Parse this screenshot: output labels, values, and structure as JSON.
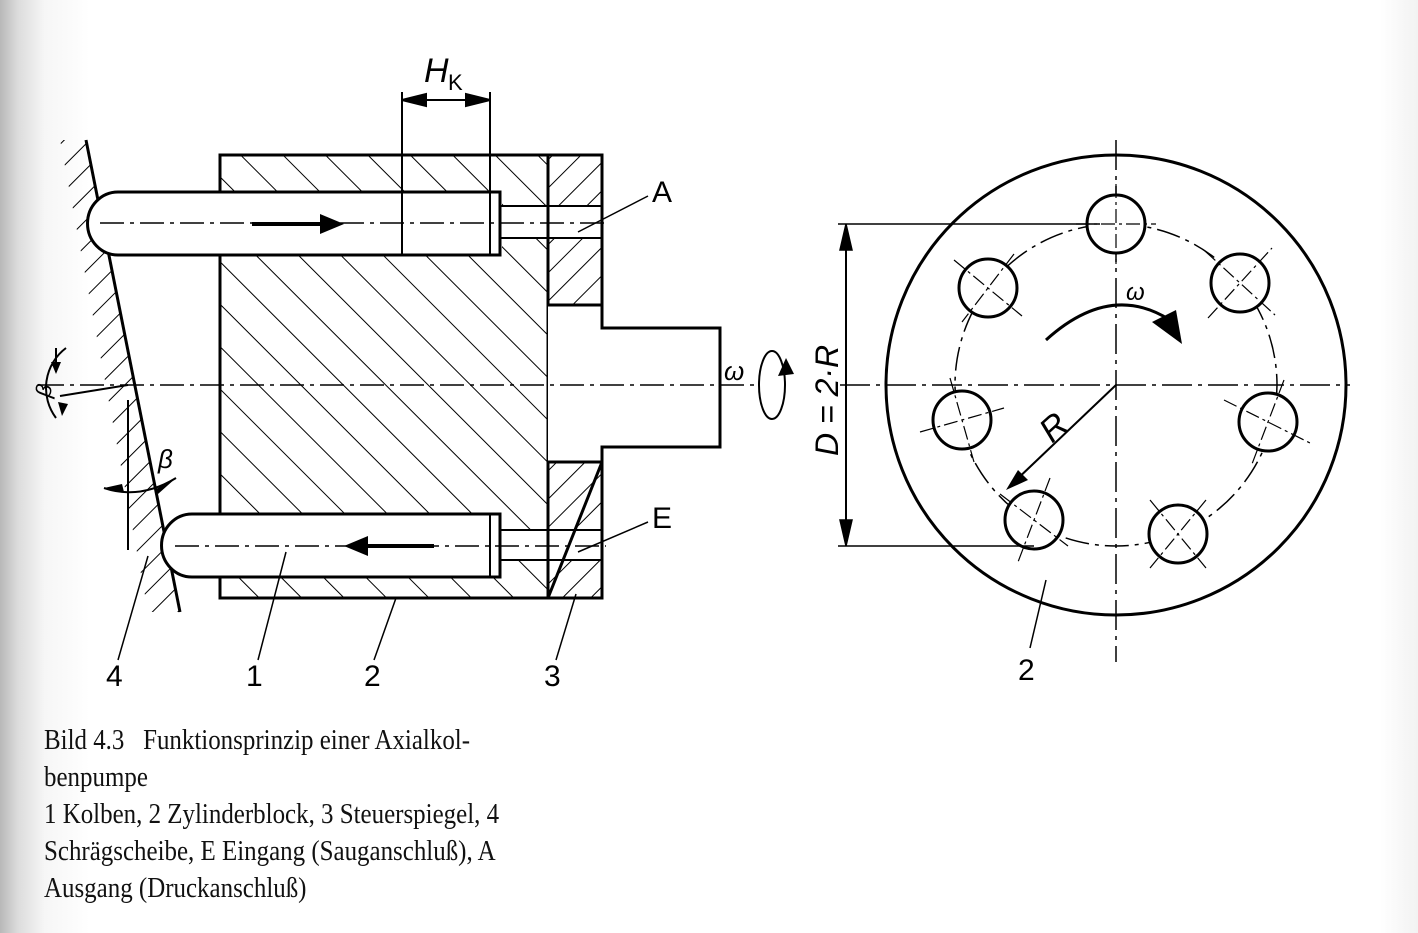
{
  "labels": {
    "hk_main": "H",
    "hk_sub": "K",
    "outlet": "A",
    "inlet": "E",
    "omega_shaft": "ω",
    "omega_disc": "ω",
    "beta_top": "β",
    "beta_bottom": "β",
    "radius": "R",
    "diameter": "D = 2·R",
    "part_4": "4",
    "part_1": "1",
    "part_2": "2",
    "part_3": "3",
    "part_2_disc": "2"
  },
  "caption": {
    "line1": "Bild 4.3   Funktionsprinzip einer Axialkol-",
    "line2": "benpumpe",
    "line3": "1 Kolben, 2 Zylinderblock, 3 Steuerspiegel, 4",
    "line4": "Schrägscheibe, E Eingang (Sauganschluß), A",
    "line5": "Ausgang (Druckanschluß)"
  },
  "colors": {
    "ink": "#000000",
    "paper": "#ffffff"
  }
}
